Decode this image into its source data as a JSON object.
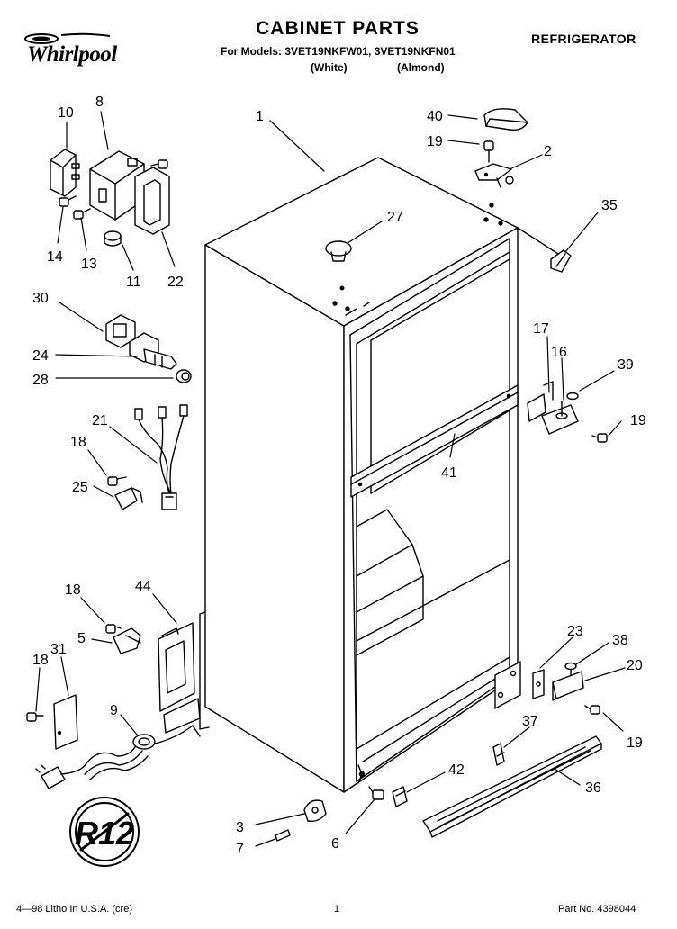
{
  "header": {
    "title": "CABINET PARTS",
    "models": "For Models: 3VET19NKFW01, 3VET19NKFN01",
    "variant_white": "(White)",
    "variant_almond": "(Almond)",
    "category": "REFRIGERATOR",
    "logo_text": "Whirlpool"
  },
  "seal_text": "R12",
  "footer": {
    "print_info": "4—98 Litho In U.S.A. (cre)",
    "page_number": "1",
    "part_number": "Part No. 4398044"
  },
  "callouts": [
    "1",
    "2",
    "3",
    "5",
    "6",
    "7",
    "8",
    "9",
    "10",
    "11",
    "13",
    "14",
    "16",
    "17",
    "18",
    "18",
    "18",
    "18",
    "19",
    "19",
    "19",
    "19",
    "20",
    "21",
    "22",
    "23",
    "24",
    "25",
    "27",
    "28",
    "30",
    "31",
    "35",
    "36",
    "37",
    "38",
    "39",
    "40",
    "41",
    "42",
    "44"
  ]
}
